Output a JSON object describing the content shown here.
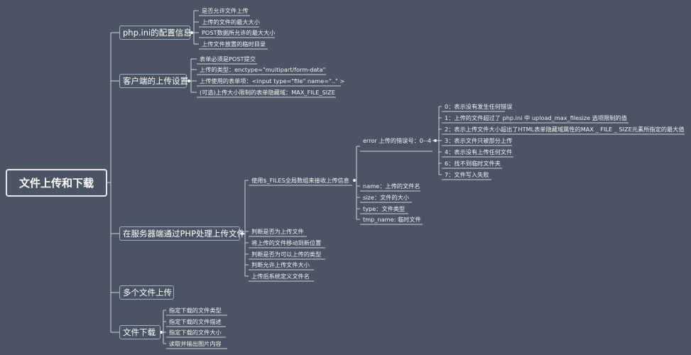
{
  "root": {
    "label": "文件上传和下载"
  },
  "branches": [
    {
      "label": "php.ini的配置信息",
      "children": [
        "是否允许文件上传",
        "上传的文件的最大大小",
        "POST数据所允许的最大大小",
        "上传文件放置的临时目录"
      ]
    },
    {
      "label": "客户端的上传设置",
      "children": [
        "表单必须是POST提交",
        "上传的类型：enctype=\"multipart/form-data\"",
        "上传使用的表单项：<input type=\"file\" name=\"..\" >",
        "(可选)上传大小限制的表单隐藏域：MAX_FILE_SIZE"
      ]
    },
    {
      "label": "在服务器端通过PHP处理上传文件",
      "files_label": "使用$_FILES全局数组来接收上传信息",
      "error_label": "error 上传的错误号：0--4",
      "errors": [
        "0：表示没有发生任何错误",
        "1：上传的文件超过了 php.ini 中 upload_max_filesize 选项限制的值",
        "2：表示上传文件大小超出了HTML表单隐藏域属性的MAX _ FILE _ SIZE元素所指定的最大值",
        "3：表示文件只被部分上传",
        "4：表示没有上传任何文件",
        "6：找不到临时文件夹",
        "7：文件写入失败"
      ],
      "file_fields": [
        "name：上传的文件名",
        "size：文件的大小",
        "type：文件类型",
        "tmp_name: 临时文件"
      ],
      "steps": [
        "判断是否为上传文件",
        "将上传的文件移动到新位置",
        "判断是否为可以上传的类型",
        "判断允许上传文件大小",
        "上传后系统定义文件名"
      ]
    },
    {
      "label": "多个文件上传",
      "children": []
    },
    {
      "label": "文件下载",
      "children": [
        "指定下载的文件类型",
        "指定下载的文件描述",
        "指定下载的文件大小",
        "读取并输出图片内容"
      ]
    }
  ]
}
